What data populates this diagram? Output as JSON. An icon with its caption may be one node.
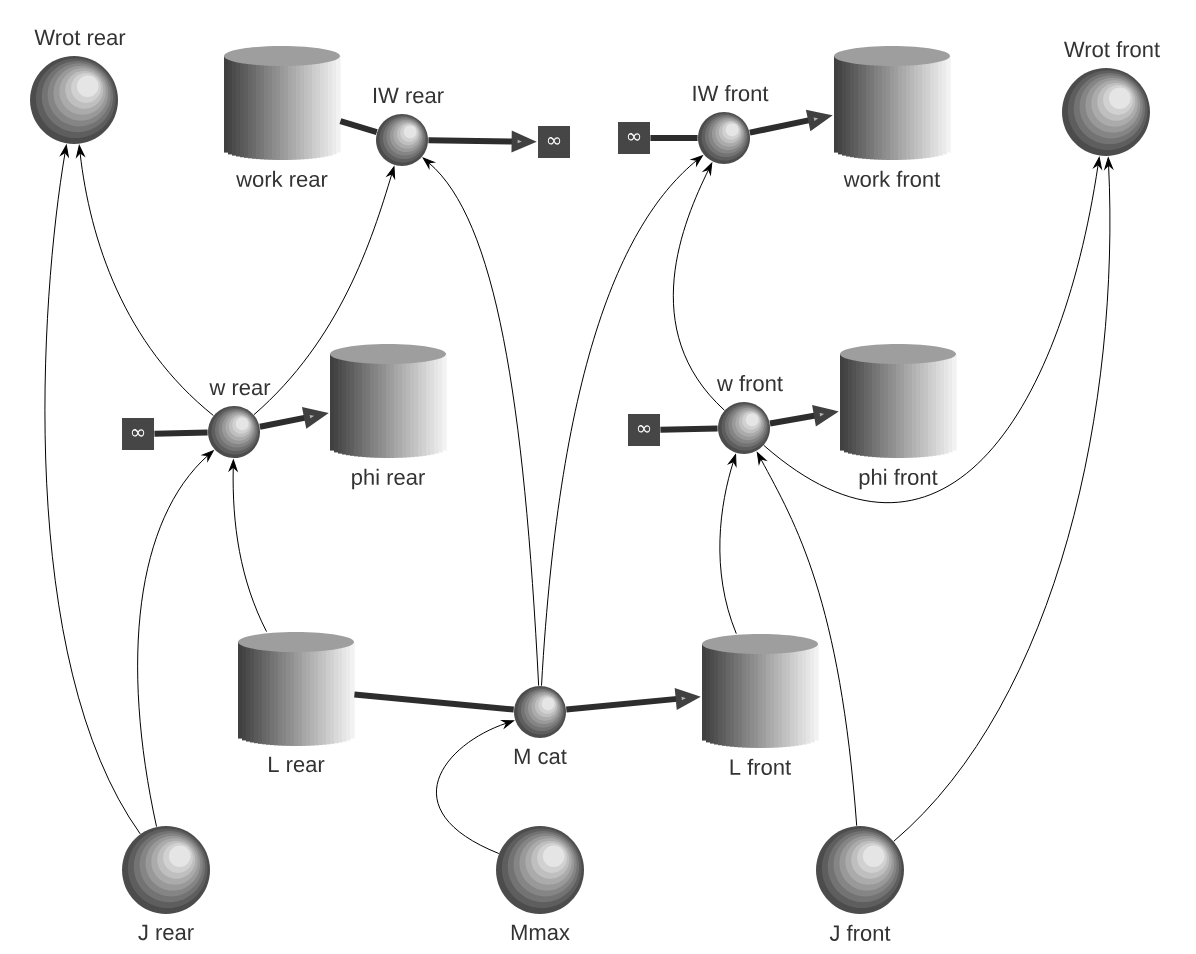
{
  "diagram": {
    "nodes": [
      {
        "text": [
          "Wrot rear"
        ]
      },
      {
        "text": [
          "work rear"
        ]
      },
      {
        "text": [
          "IW rear"
        ]
      },
      {
        "text": [
          "∞"
        ]
      },
      {
        "text": [
          "IW front"
        ]
      },
      {
        "text": [
          "∞"
        ]
      },
      {
        "text": [
          "work front"
        ]
      },
      {
        "text": [
          "Wrot front"
        ]
      },
      {
        "text": [
          "w rear"
        ]
      },
      {
        "text": [
          "∞"
        ]
      },
      {
        "text": [
          "phi rear"
        ]
      },
      {
        "text": [
          "w front"
        ]
      },
      {
        "text": [
          "∞"
        ]
      },
      {
        "text": [
          "phi front"
        ]
      },
      {
        "text": [
          "L rear"
        ]
      },
      {
        "text": [
          "M cat"
        ]
      },
      {
        "text": [
          "L front"
        ]
      },
      {
        "text": [
          "J rear"
        ]
      },
      {
        "text": [
          "Mmax"
        ]
      },
      {
        "text": [
          "J  front"
        ]
      }
    ],
    "edges": [
      {
        "from": 1,
        "to": 2,
        "arrow": "none",
        "style": "thick"
      },
      {
        "from": 2,
        "to": 3,
        "arrow": "to",
        "style": "thick"
      },
      {
        "from": 5,
        "to": 4,
        "arrow": "none",
        "style": "thick"
      },
      {
        "from": 4,
        "to": 6,
        "arrow": "to",
        "style": "thick"
      },
      {
        "from": 9,
        "to": 8,
        "arrow": "none",
        "style": "thick"
      },
      {
        "from": 8,
        "to": 10,
        "arrow": "to",
        "style": "thick"
      },
      {
        "from": 12,
        "to": 11,
        "arrow": "none",
        "style": "thick"
      },
      {
        "from": 11,
        "to": 13,
        "arrow": "to",
        "style": "thick"
      },
      {
        "from": 14,
        "to": 15,
        "arrow": "none",
        "style": "thick"
      },
      {
        "from": 15,
        "to": 16,
        "arrow": "to",
        "style": "thick"
      },
      {
        "from": 17,
        "to": 0,
        "arrow": "to"
      },
      {
        "from": 17,
        "to": 8,
        "arrow": "to"
      },
      {
        "from": 14,
        "to": 8,
        "arrow": "to"
      },
      {
        "from": 8,
        "to": 0,
        "arrow": "to"
      },
      {
        "from": 8,
        "to": 2,
        "arrow": "to"
      },
      {
        "from": 15,
        "to": 2,
        "arrow": "to"
      },
      {
        "from": 15,
        "to": 4,
        "arrow": "to"
      },
      {
        "from": 11,
        "to": 4,
        "arrow": "to"
      },
      {
        "from": 11,
        "to": 7,
        "arrow": "to"
      },
      {
        "from": 19,
        "to": 7,
        "arrow": "to"
      },
      {
        "from": 16,
        "to": 11,
        "arrow": "to"
      },
      {
        "from": 19,
        "to": 11,
        "arrow": "to"
      },
      {
        "from": 18,
        "to": 15,
        "arrow": "to"
      }
    ]
  }
}
